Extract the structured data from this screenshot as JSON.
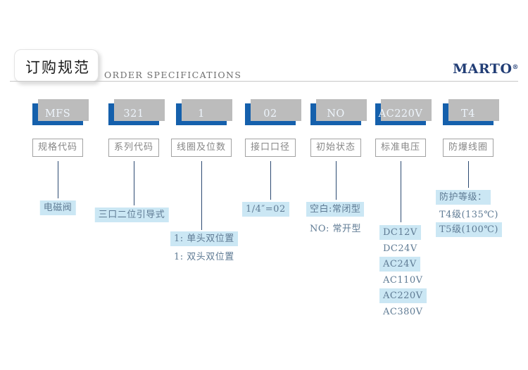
{
  "header": {
    "title": "订购规范",
    "subtitle": "ORDER SPECIFICATIONS",
    "brand": "MARTO",
    "brand_mark": "®"
  },
  "colors": {
    "code_box_blue": "#1560ac",
    "highlight_blue": "#cbe7f4",
    "brand_navy": "#223e76",
    "connector_line": "#2c4a72"
  },
  "columns": [
    {
      "code": "MFS",
      "label": "规格代码",
      "notes": [
        {
          "text": "电磁阀",
          "highlight": true
        }
      ]
    },
    {
      "code": "321",
      "label": "系列代码",
      "notes": [
        {
          "text": "三口二位引导式",
          "highlight": true
        }
      ]
    },
    {
      "code": "1",
      "label": "线圈及位数",
      "notes": [
        {
          "text": "1: 单头双位置",
          "highlight": true
        },
        {
          "text": "1: 双头双位置",
          "highlight": false
        }
      ]
    },
    {
      "code": "02",
      "label": "接口口径",
      "notes": [
        {
          "text": "1/4″=02",
          "highlight": true
        }
      ]
    },
    {
      "code": "NO",
      "label": "初始状态",
      "notes": [
        {
          "text": "空白:常闭型",
          "highlight": true
        },
        {
          "text": "NO: 常开型",
          "highlight": false
        }
      ]
    },
    {
      "code": "AC220V",
      "label": "标准电压",
      "notes": [
        {
          "text": "DC12V",
          "highlight": true
        },
        {
          "text": "DC24V",
          "highlight": false
        },
        {
          "text": "AC24V",
          "highlight": true
        },
        {
          "text": "AC110V",
          "highlight": false
        },
        {
          "text": "AC220V",
          "highlight": true
        },
        {
          "text": "AC380V",
          "highlight": false
        }
      ]
    },
    {
      "code": "T4",
      "label": "防爆线圈",
      "notes": [
        {
          "text": "防护等级：",
          "highlight": true
        },
        {
          "text": "T4级(135℃)",
          "highlight": false
        },
        {
          "text": "T5级(100℃)",
          "highlight": true
        }
      ]
    }
  ]
}
